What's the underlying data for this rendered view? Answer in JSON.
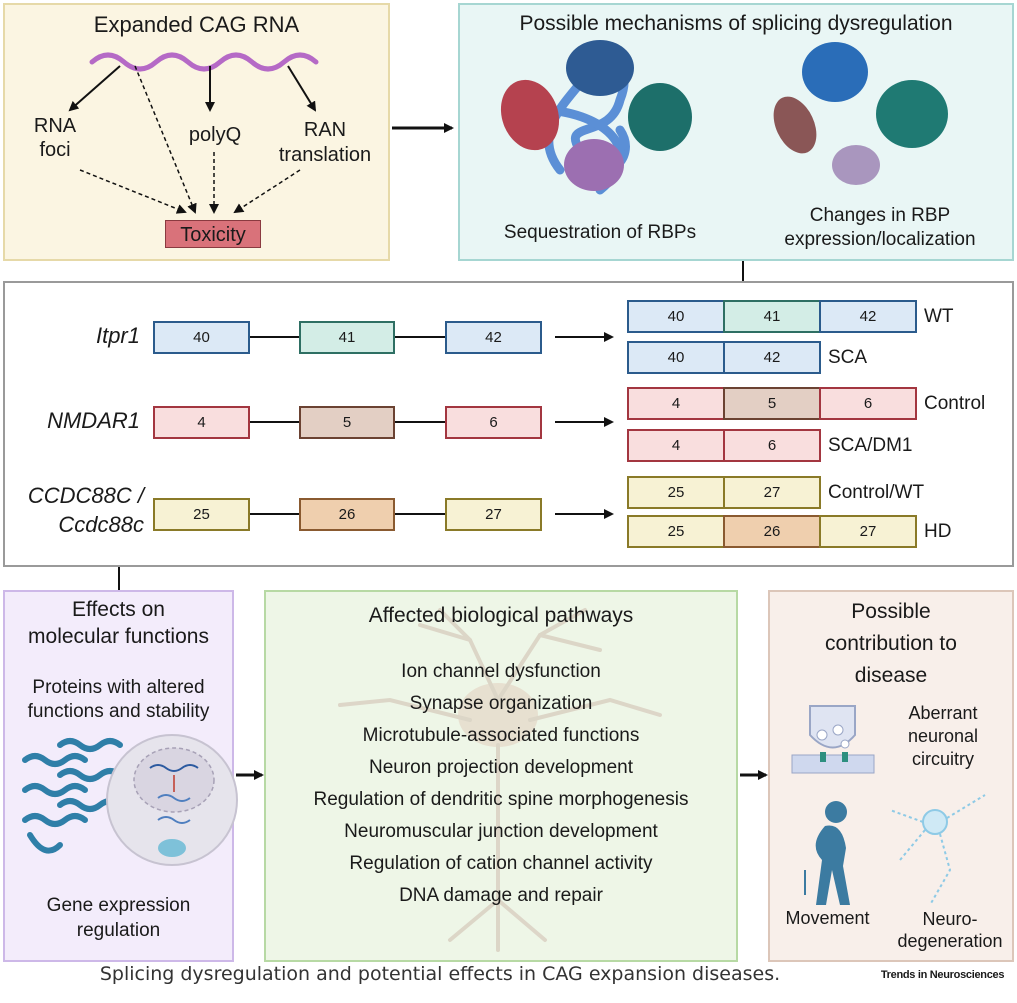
{
  "cag_panel": {
    "title": "Expanded CAG RNA",
    "rna_foci": [
      "RNA",
      "foci"
    ],
    "polyq": "polyQ",
    "ran": [
      "RAN",
      "translation"
    ],
    "toxicity": "Toxicity"
  },
  "mechanisms_panel": {
    "title": "Possible mechanisms of splicing dysregulation",
    "sequestration": "Sequestration of RBPs",
    "changes": [
      "Changes in RBP",
      "expression/localization"
    ]
  },
  "splicing_panel": {
    "genes": [
      {
        "name_lines": [
          "Itpr1"
        ],
        "exons": [
          "40",
          "41",
          "42"
        ],
        "outcomes": [
          {
            "label": "WT",
            "exons": [
              "40",
              "41",
              "42"
            ]
          },
          {
            "label": "SCA",
            "exons": [
              "40",
              "42"
            ]
          }
        ]
      },
      {
        "name_lines": [
          "NMDAR1"
        ],
        "exons": [
          "4",
          "5",
          "6"
        ],
        "outcomes": [
          {
            "label": "Control",
            "exons": [
              "4",
              "5",
              "6"
            ]
          },
          {
            "label": "SCA/DM1",
            "exons": [
              "4",
              "6"
            ]
          }
        ]
      },
      {
        "name_lines": [
          "CCDC88C /",
          "Ccdc88c"
        ],
        "exons": [
          "25",
          "26",
          "27"
        ],
        "outcomes": [
          {
            "label": "Control/WT",
            "exons": [
              "25",
              "27"
            ]
          },
          {
            "label": "HD",
            "exons": [
              "25",
              "26",
              "27"
            ]
          }
        ]
      }
    ]
  },
  "molecular_panel": {
    "title": [
      "Effects on",
      "molecular functions"
    ],
    "subtitle": [
      "Proteins with altered",
      "functions and stability"
    ],
    "footer": [
      "Gene expression",
      "regulation"
    ]
  },
  "pathways_panel": {
    "title": "Affected biological pathways",
    "items": [
      "Ion channel dysfunction",
      "Synapse organization",
      "Microtubule-associated functions",
      "Neuron projection development",
      "Regulation of dendritic spine morphogenesis",
      "Neuromuscular junction development",
      "Regulation of cation channel activity",
      "DNA damage and repair"
    ]
  },
  "disease_panel": {
    "title": [
      "Possible",
      "contribution to",
      "disease"
    ],
    "aberrant": [
      "Aberrant",
      "neuronal",
      "circuitry"
    ],
    "movement": "Movement",
    "neurodegeneration": [
      "Neuro-",
      "degeneration"
    ]
  },
  "caption": "Splicing dysregulation and potential effects in CAG expansion diseases.",
  "journal": "Trends in Neurosciences",
  "colors": {
    "blue_fill": "#dce9f6",
    "blue_border": "#2b5b8c",
    "teal_fill": "#d3ede6",
    "teal_border": "#2e6f63",
    "red_fill": "#f9dede",
    "red_border": "#a33640",
    "brown_fill": "#e3cfc4",
    "brown_border": "#6b4232",
    "yellow_fill": "#f7f2d4",
    "yellow_border": "#8a7a28",
    "orange_fill": "#efcfae",
    "orange_border": "#8a5a30"
  }
}
